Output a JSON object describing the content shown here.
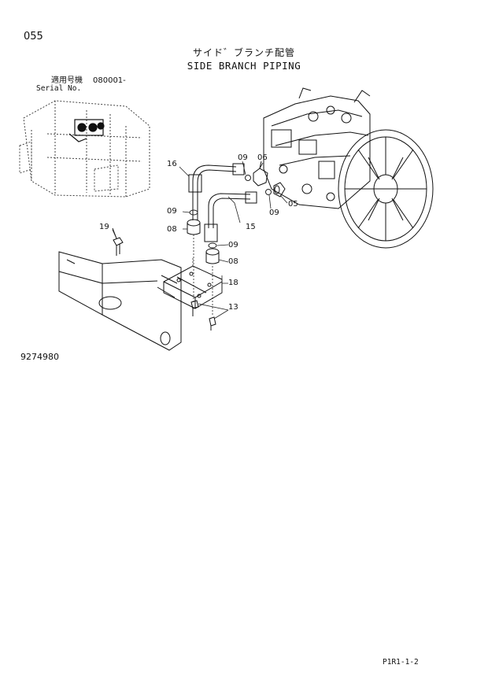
{
  "page": {
    "number": "055",
    "title_jp": "サイド゛ブランチ配管",
    "title_en": "SIDE BRANCH PIPING",
    "serial_label_jp": "適用号機",
    "serial_value": "080001-",
    "serial_label_en": "Serial No.",
    "catalog_number": "9274980",
    "footer_code": "P1R1-1-2"
  },
  "callouts": [
    {
      "id": "16",
      "label": "16"
    },
    {
      "id": "09a",
      "label": "09"
    },
    {
      "id": "06",
      "label": "06"
    },
    {
      "id": "09b",
      "label": "09"
    },
    {
      "id": "05",
      "label": "05"
    },
    {
      "id": "09c",
      "label": "09"
    },
    {
      "id": "08a",
      "label": "08"
    },
    {
      "id": "15",
      "label": "15"
    },
    {
      "id": "19",
      "label": "19"
    },
    {
      "id": "09d",
      "label": "09"
    },
    {
      "id": "08b",
      "label": "08"
    },
    {
      "id": "18",
      "label": "18"
    },
    {
      "id": "13",
      "label": "13"
    }
  ]
}
